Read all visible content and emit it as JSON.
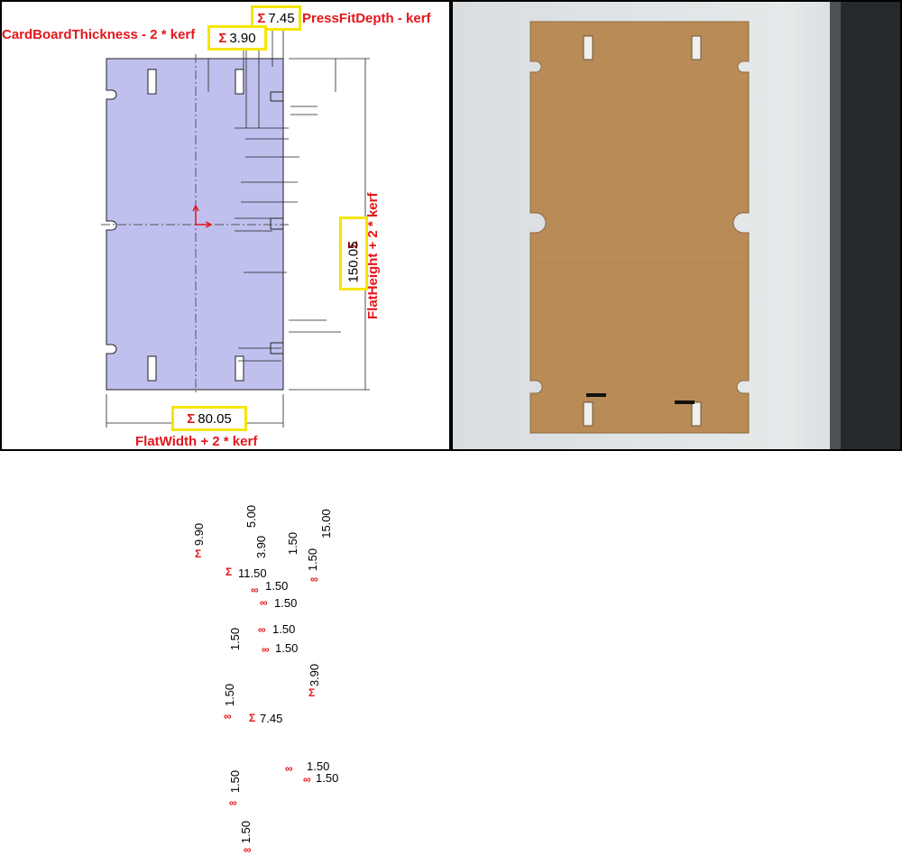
{
  "labels": {
    "cardboard": "CardBoardThickness - 2 * kerf",
    "pressfit": "PressFitDepth - kerf",
    "flatheight": "FlatHeight + 2 * kerf",
    "flatwidth": "FlatWidth + 2 * kerf"
  },
  "boxed": {
    "sigma": "Σ",
    "pressfit_value": "7.45",
    "cardboard_value": "3.90",
    "height_value": "150.05",
    "width_value": "80.05"
  },
  "dims": {
    "d990": "9.90",
    "d500": "5.00",
    "d1500": "15.00",
    "d390a": "3.90",
    "d1150": "11.50",
    "d150_slot_top": "1.50",
    "d150_a": "1.50",
    "d150_b": "1.50",
    "d150_c": "1.50",
    "d150_d": "1.50",
    "d150_e": "1.50",
    "d150_v1": "1.50",
    "d390_mid": "3.90",
    "d150_v2": "1.50",
    "d745": "7.45",
    "d150_f": "1.50",
    "d150_g": "1.50",
    "d150_v3": "1.50",
    "d150_v4": "1.50",
    "sig_small": "Σ",
    "link_small": "∞"
  },
  "colors": {
    "part_fill": "#bfc0ee",
    "dimension_red": "#e3161c",
    "highlight_yellow": "#f5e600",
    "cardboard": "#b98b57"
  }
}
